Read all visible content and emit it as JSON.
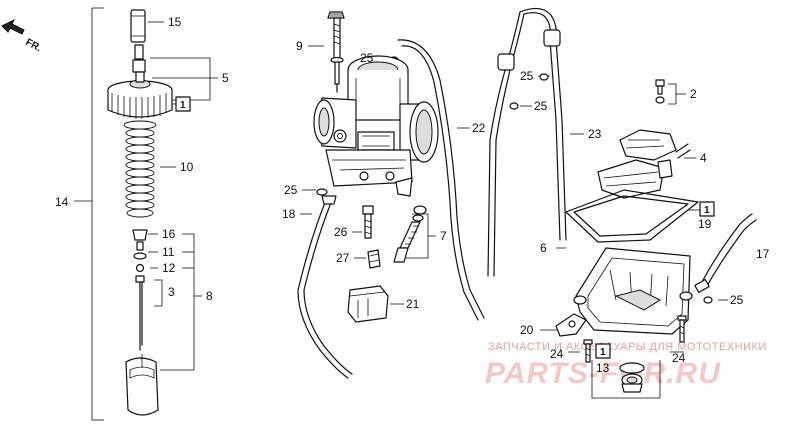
{
  "direction_marker": {
    "text": "FR."
  },
  "callouts": [
    {
      "id": "c15",
      "text": "15"
    },
    {
      "id": "c5",
      "text": "5"
    },
    {
      "id": "c1a",
      "text": "1"
    },
    {
      "id": "c10",
      "text": "10"
    },
    {
      "id": "c14",
      "text": "14"
    },
    {
      "id": "c16",
      "text": "16"
    },
    {
      "id": "c11",
      "text": "11"
    },
    {
      "id": "c12",
      "text": "12"
    },
    {
      "id": "c3",
      "text": "3"
    },
    {
      "id": "c8",
      "text": "8"
    },
    {
      "id": "c9",
      "text": "9"
    },
    {
      "id": "c25a",
      "text": "25"
    },
    {
      "id": "c22",
      "text": "22"
    },
    {
      "id": "c25b",
      "text": "25"
    },
    {
      "id": "c18",
      "text": "18"
    },
    {
      "id": "c26",
      "text": "26"
    },
    {
      "id": "c7",
      "text": "7"
    },
    {
      "id": "c27",
      "text": "27"
    },
    {
      "id": "c21",
      "text": "21"
    },
    {
      "id": "c25c",
      "text": "25"
    },
    {
      "id": "c25d",
      "text": "25"
    },
    {
      "id": "c23",
      "text": "23"
    },
    {
      "id": "c2",
      "text": "2"
    },
    {
      "id": "c4",
      "text": "4"
    },
    {
      "id": "c1b",
      "text": "1"
    },
    {
      "id": "c19",
      "text": "19"
    },
    {
      "id": "c6",
      "text": "6"
    },
    {
      "id": "c17",
      "text": "17"
    },
    {
      "id": "c25e",
      "text": "25"
    },
    {
      "id": "c20",
      "text": "20"
    },
    {
      "id": "c24a",
      "text": "24"
    },
    {
      "id": "c1c",
      "text": "1"
    },
    {
      "id": "c13",
      "text": "13"
    },
    {
      "id": "c24b",
      "text": "24"
    }
  ],
  "watermark": {
    "line1": "ЗАПЧАСТИ И АКСЕССУАРЫ ДЛЯ МОТОТЕХНИКИ",
    "line2": "PARTS-FOR.RU"
  }
}
